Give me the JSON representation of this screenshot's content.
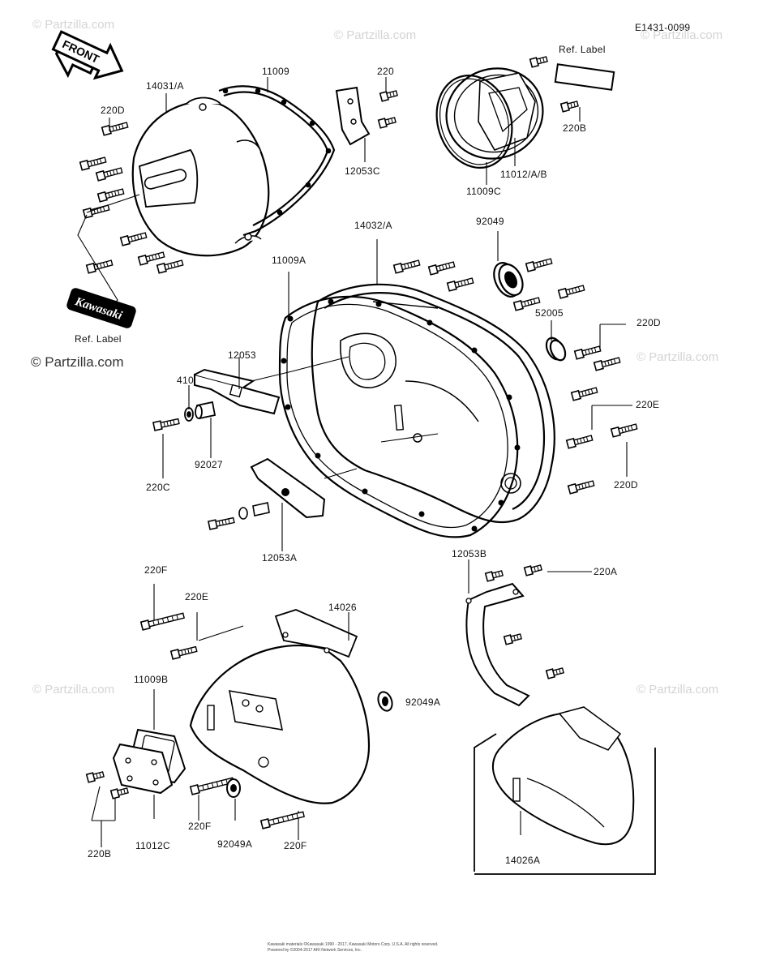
{
  "diagram_code": "E1431-0099",
  "front_arrow_label": "FRONT",
  "emblem_text": "Kawasaki",
  "watermarks": {
    "site": "© Partzilla.com",
    "site_large": "© Partzilla.com"
  },
  "copyright_lines": [
    "Kawasaki materials ©Kawasaki 1990 - 2017, Kawasaki Motors Corp. U.S.A. All rights reserved.",
    "Powered by ©2004-2017 ARI Network Services, Inc."
  ],
  "part_labels": {
    "l_14031A": "14031/A",
    "l_11009": "11009",
    "l_220_top": "220",
    "l_220D_tl": "220D",
    "l_12053C": "12053C",
    "l_ref_label_top": "Ref.  Label",
    "l_220B_top": "220B",
    "l_11012AB": "11012/A/B",
    "l_11009C": "11009C",
    "l_14032A": "14032/A",
    "l_92049": "92049",
    "l_11009A": "11009A",
    "l_52005": "52005",
    "l_220D_r1": "220D",
    "l_ref_label_left": "Ref.  Label",
    "l_12053": "12053",
    "l_410": "410",
    "l_220E_r": "220E",
    "l_92027": "92027",
    "l_220C": "220C",
    "l_220D_r2": "220D",
    "l_12053A": "12053A",
    "l_12053B": "12053B",
    "l_220A": "220A",
    "l_220F_a": "220F",
    "l_220E_b": "220E",
    "l_14026": "14026",
    "l_11009B": "11009B",
    "l_92049A_r": "92049A",
    "l_220F_b": "220F",
    "l_92049A_b": "92049A",
    "l_220F_c": "220F",
    "l_11012C": "11012C",
    "l_220B_b": "220B",
    "l_14026A": "14026A"
  }
}
